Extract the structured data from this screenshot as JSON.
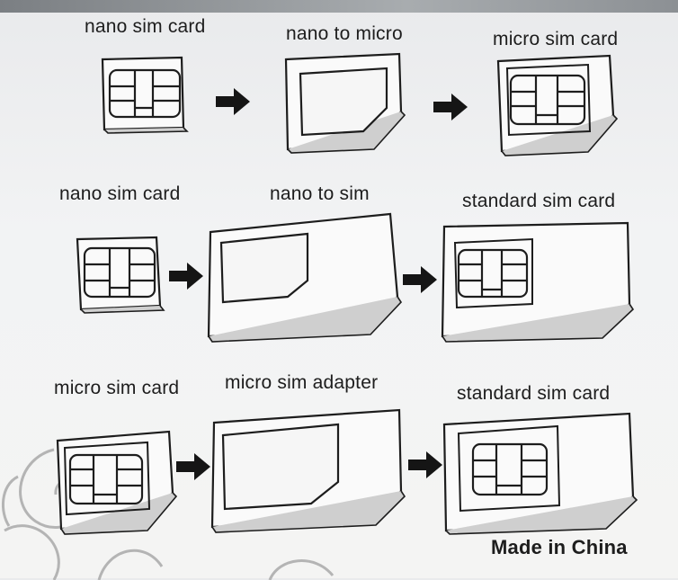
{
  "rows": [
    {
      "from": {
        "label": "nano sim card",
        "icon": "nano-sim-icon"
      },
      "adapter": {
        "label": "nano to micro",
        "icon": "nano-to-micro-adapter-icon"
      },
      "result": {
        "label": "micro sim card",
        "icon": "micro-sim-icon"
      }
    },
    {
      "from": {
        "label": "nano sim card",
        "icon": "nano-sim-icon"
      },
      "adapter": {
        "label": "nano to sim",
        "icon": "nano-to-sim-adapter-icon"
      },
      "result": {
        "label": "standard sim card",
        "icon": "standard-sim-icon"
      }
    },
    {
      "from": {
        "label": "micro sim card",
        "icon": "micro-sim-icon"
      },
      "adapter": {
        "label": "micro sim adapter",
        "icon": "micro-sim-adapter-icon"
      },
      "result": {
        "label": "standard sim card",
        "icon": "standard-sim-icon"
      }
    }
  ],
  "footer": {
    "text": "Made in China"
  },
  "colors": {
    "ink": "#1d1d1d",
    "paper": "#f3f3f2"
  }
}
